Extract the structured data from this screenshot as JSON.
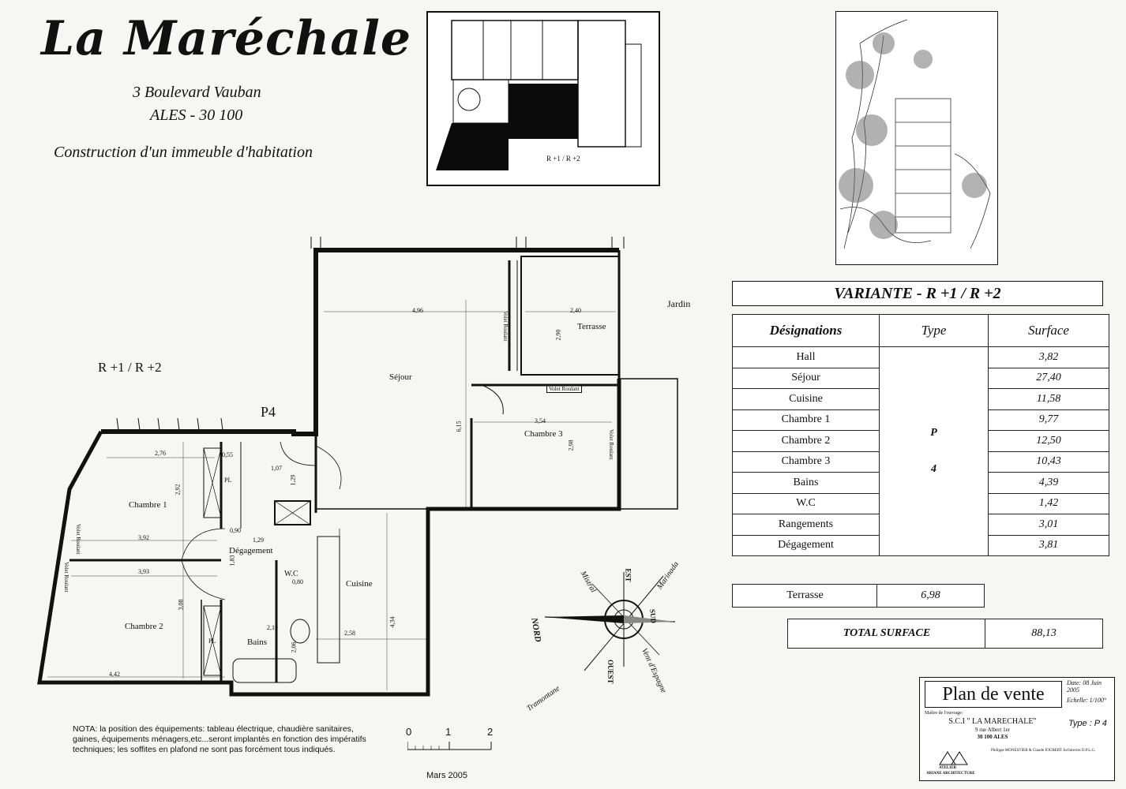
{
  "header": {
    "title": "La Maréchale",
    "address_line1": "3 Boulevard Vauban",
    "address_line2": "ALES - 30 100",
    "subtitle": "Construction d'un immeuble d'habitation"
  },
  "thumbnail": {
    "caption": "R +1 / R +2"
  },
  "plan": {
    "level_label": "R +1 / R +2",
    "lot_label": "P4",
    "jardin": "Jardin",
    "rooms": {
      "sejour": "Séjour",
      "terrasse": "Terrasse",
      "chambre1": "Chambre 1",
      "chambre2": "Chambre 2",
      "chambre3": "Chambre 3",
      "degagement": "Dégagement",
      "wc": "W.C",
      "cuisine": "Cuisine",
      "bains": "Bains",
      "placard1": "PL",
      "placard2": "PL"
    },
    "volet1": "Volet Roulant",
    "volet2": "Volet Roulant",
    "volet3": "Volet Roulant",
    "volet4": "Volet Roulant",
    "volet5": "Volet Roulant",
    "dims": {
      "d496": "4,96",
      "d240": "2,40",
      "d290": "2,90",
      "d354": "3,54",
      "d615": "6,15",
      "d298": "2,98",
      "d276": "2,76",
      "d292": "2,92",
      "d055": "0,55",
      "d107": "1,07",
      "d129a": "1,29",
      "d129b": "1,29",
      "d090": "0,90",
      "d392": "3,92",
      "d393": "3,93",
      "d183": "1,83",
      "d080": "0,80",
      "d308": "3,08",
      "d219": "2,19",
      "d258": "2,58",
      "d434": "4,34",
      "d442": "4,42",
      "d206": "2,06"
    }
  },
  "table": {
    "title": "VARIANTE - R +1 / R +2",
    "headers": [
      "Désignations",
      "Type",
      "Surface"
    ],
    "type_letter": "P",
    "type_number": "4",
    "rows": [
      {
        "name": "Hall",
        "surface": "3,82"
      },
      {
        "name": "Séjour",
        "surface": "27,40"
      },
      {
        "name": "Cuisine",
        "surface": "11,58"
      },
      {
        "name": "Chambre 1",
        "surface": "9,77"
      },
      {
        "name": "Chambre 2",
        "surface": "12,50"
      },
      {
        "name": "Chambre 3",
        "surface": "10,43"
      },
      {
        "name": "Bains",
        "surface": "4,39"
      },
      {
        "name": "W.C",
        "surface": "1,42"
      },
      {
        "name": "Rangements",
        "surface": "3,01"
      },
      {
        "name": "Dégagement",
        "surface": "3,81"
      }
    ],
    "terrasse_label": "Terrasse",
    "terrasse_value": "6,98",
    "total_label": "TOTAL SURFACE",
    "total_value": "88,13"
  },
  "compass": {
    "nord": "NORD",
    "vent1": "Marinada",
    "vent2": "Mistral",
    "vent3": "Tramontane",
    "vent4": "Vent d'Espagne",
    "vent5": "SUD",
    "vent6": "EST",
    "vent7": "OUEST"
  },
  "cartouche": {
    "title": "Plan de vente",
    "date": "Date: 08 Juin 2005",
    "echelle": "Echelle: 1/100°",
    "maitre_label": "Maître de l'ouvrage:",
    "maitre_name": "S.C.I \" LA MARECHALE\"",
    "maitre_addr1": "9 rue Albert 1er",
    "maitre_addr2": "30 100 ALES",
    "type": "Type : P 4",
    "architects": "Philippe MONESTIER & Claude JOUBERT Architectes D.P.L.G.",
    "atelier1": "ATELIER",
    "atelier2": "ARIANE ARCHITECTURE"
  },
  "nota": "NOTA: la position des équipements: tableau électrique, chaudière sanitaires, gaines, équipements ménagers,etc...seront implantés en fonction des impératifs techniques; les soffites en plafond ne sont pas forcément tous indiqués.",
  "scale": {
    "t0": "0",
    "t1": "1",
    "t2": "2"
  },
  "footer_date": "Mars 2005"
}
